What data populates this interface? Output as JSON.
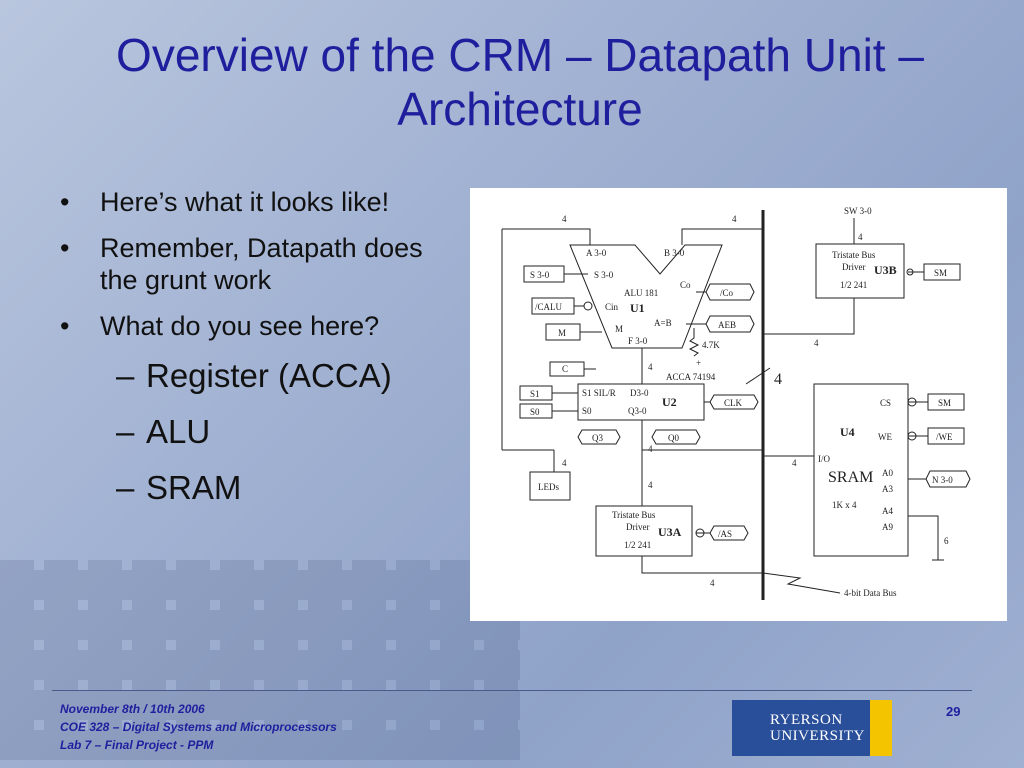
{
  "title": "Overview of the CRM – Datapath Unit – Architecture",
  "bullets": [
    {
      "text": "Here’s what it looks like!"
    },
    {
      "text": "Remember, Datapath does the grunt work"
    },
    {
      "text": "What do you see here?"
    }
  ],
  "subbullets": [
    "Register (ACCA)",
    "ALU",
    "SRAM"
  ],
  "diagram": {
    "alu_a": "A 3-0",
    "alu_b": "B 3-0",
    "alu_s": "S 3-0",
    "alu_name": "ALU 181",
    "alu_unit": "U1",
    "alu_cin": "Cin",
    "alu_m": "M",
    "alu_aeb": "A=B",
    "alu_f": "F 3-0",
    "alu_co": "Co",
    "in_s": "S 3-0",
    "in_calu": "/CALU",
    "in_m": "M",
    "out_co": "/Co",
    "out_aeb": "AEB",
    "res": "4.7K",
    "plus": "+",
    "acc_name": "ACCA 74194",
    "acc_unit": "U2",
    "acc_s1": "S1 SIL/R",
    "acc_d": "D3-0",
    "acc_s0": "S0",
    "acc_q": "Q3-0",
    "in_c": "C",
    "in_s1": "S1",
    "in_s0": "S0",
    "in_clk": "CLK",
    "out_q3": "Q3",
    "out_q0": "Q0",
    "leds": "LEDs",
    "tb_top_title": "Tristate Bus",
    "tb_top_driver": "Driver",
    "tb_top_unit": "U3B",
    "tb_top_part": "1/2 241",
    "sw": "SW 3-0",
    "in_sm_top": "SM",
    "tb_bot_title": "Tristate Bus",
    "tb_bot_driver": "Driver",
    "tb_bot_unit": "U3A",
    "tb_bot_part": "1/2 241",
    "in_as": "/AS",
    "sram_unit": "U4",
    "sram_name": "SRAM",
    "sram_size": "1K x 4",
    "sram_io": "I/O",
    "sram_cs": "CS",
    "sram_we": "WE",
    "sram_a0": "A0",
    "sram_a3": "A3",
    "sram_a4": "A4",
    "sram_a9": "A9",
    "in_sm": "SM",
    "in_we": "/WE",
    "in_n": "N 3-0",
    "bus_label": "4-bit Data Bus",
    "n4": "4",
    "n6": "6"
  },
  "footer": {
    "line1": "November 8th / 10th 2006",
    "line2": "COE 328 – Digital Systems and Microprocessors",
    "line3": "Lab 7 – Final Project - PPM",
    "page": "29"
  },
  "logo": {
    "line1": "RYERSON",
    "line2": "UNIVERSITY"
  },
  "colors": {
    "title": "#1f1f9e",
    "logo_blue": "#2a4f9a",
    "logo_gold": "#f5c400"
  }
}
